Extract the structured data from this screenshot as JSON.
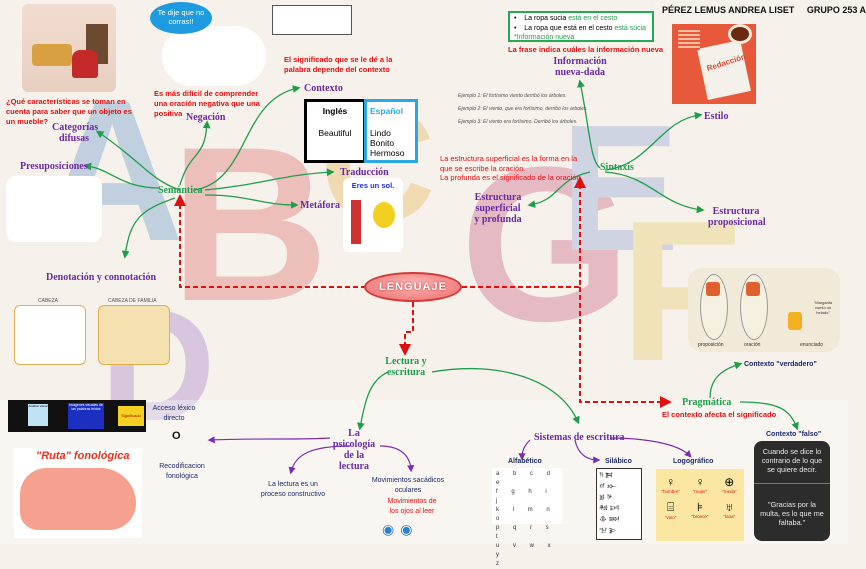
{
  "header": {
    "author": "PÉREZ LEMUS ANDREA LISET",
    "group": "GRUPO 253 A"
  },
  "central_node": "LENGUAJE",
  "semantica": {
    "label": "Semántica",
    "branches": {
      "categorias": "Categorías difusas",
      "presuposiciones": "Presuposiciones",
      "negacion": "Negación",
      "contexto": "Contexto",
      "traduccion": "Traducción",
      "metafora": "Metáfora",
      "denotacion": "Denotación y connotación"
    },
    "notes": {
      "categorias_q": "¿Qué características se toman en cuenta para saber que un objeto es un mueble?",
      "negacion_note": "Es más difícil de comprender una oración negativa que una positiva",
      "contexto_note": "El significado que se le dé a la palabra depende del contexto"
    },
    "speech_bubble": "Te dije que no corras!!",
    "translation": {
      "en_title": "Inglés",
      "en_word": "Beautiful",
      "es_title": "Español",
      "es_words": [
        "Lindo",
        "Bonito",
        "Hermoso"
      ]
    },
    "metaphor_caption": "Eres un sol.",
    "denotation_labels": [
      "CABEZA",
      "CABEZA DE FAMILIA"
    ]
  },
  "sintaxis": {
    "label": "Sintaxis",
    "branches": {
      "informacion": "Información nueva-dada",
      "estilo": "Estilo",
      "estructura_sup": "Estructura superficial y profunda",
      "estructura_prop": "Estructura proposicional"
    },
    "info_box": {
      "line1_black": "La ropa sucia ",
      "line1_green": "está en el cesto",
      "line2_black": "La ropa que está en el cesto ",
      "line2_green": "está sucia",
      "line3": "*Información nueva"
    },
    "info_note": "La frase indica cuáles la información nueva",
    "examples": [
      "Ejemplo 1: El fortísimo viento derribó los árboles.",
      "Ejemplo 2: El viento, que era fortísimo, derribó los árboles.",
      "Ejemplo 3: El viento era fortísimo. Derribó los árboles."
    ],
    "structure_note": [
      "La estructura superficial es la forma en la que se escribe la oración.",
      "La profunda es el significado de la oración."
    ],
    "image_caption": "Redacción"
  },
  "pragmatica": {
    "label": "Pragmática",
    "note": "El contexto afecta el significado",
    "contexto_verdadero": "Contexto \"verdadero\"",
    "contexto_falso": "Contexto \"falso\"",
    "panel_labels": [
      "proposición",
      "oración",
      "enunciado"
    ],
    "panel_bubble": "\"Margarita comió un helado\"",
    "dark_card_top": "Cuando se dice lo contrario de lo que se quiere decir.",
    "dark_card_bottom": "\"Gracias por la multa, es lo que me faltaba.\""
  },
  "lectura": {
    "label": "Lectura y escritura",
    "psicologia": "La psicología de la lectura",
    "constructivo": "La lectura es un proceso constructivo",
    "movimientos": "Movimientos sacádicos oculares",
    "movimientos_note": "Movimientos de los ojos al leer",
    "acceso": "Acceso léxico directo",
    "o": "O",
    "recodificacion": "Recodificacion fonológica",
    "ruta_title": "\"Ruta\" fonológica",
    "diagram_labels": [
      "Palabra escrita",
      "Análisis visual",
      "Imágenes visuales de las palabras leídas",
      "Significado"
    ]
  },
  "sistemas": {
    "label": "Sistemas de escritura",
    "alfabetico": "Alfabético",
    "silabico": "Silábico",
    "logografico": "Logográfico",
    "logo_words": [
      "\"hombre\"",
      "\"mujer\"",
      "\"rueda\"",
      "\"vino\"",
      "\"bronce\"",
      "\"lana\""
    ],
    "logo_glyphs": [
      "♀",
      "♀",
      "⊕",
      "⌸",
      "⊧",
      "♅"
    ]
  },
  "colors": {
    "node_purple": "#6a2ba0",
    "node_green": "#1f9e4a",
    "note_red": "#e01010",
    "dashed_red": "#e01010",
    "navy_text": "#1b2a6b"
  }
}
